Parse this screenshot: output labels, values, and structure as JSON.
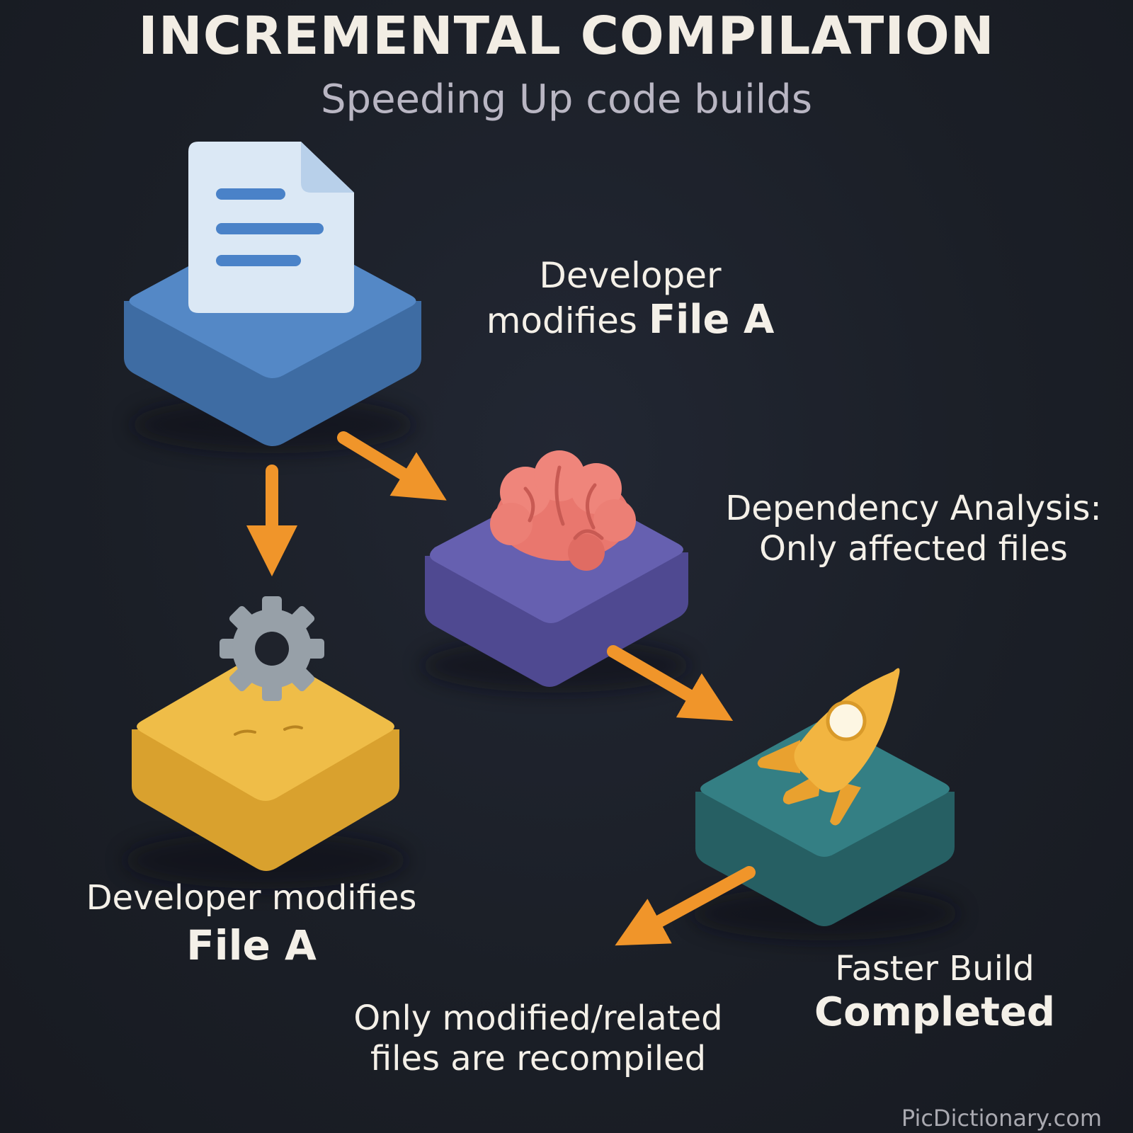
{
  "header": {
    "title": "INCREMENTAL COMPILATION",
    "subtitle": "Speeding Up code builds"
  },
  "steps": [
    {
      "icon": "document-icon",
      "color": "#4d7fbd",
      "label_lines": [
        "Developer",
        "modifies"
      ],
      "label_bold": "File A"
    },
    {
      "icon": "brain-icon",
      "color": "#5e56a4",
      "label_lines": [
        "Dependency Analysis:",
        "Only affected files"
      ]
    },
    {
      "icon": "gear-icon",
      "color": "#e9b43f",
      "label_lines": [
        "Developer modifies"
      ],
      "label_bold": "File A"
    },
    {
      "icon": "rocket-icon",
      "color": "#2f7a7c",
      "label_lines": [
        "Faster Build"
      ],
      "label_bold": "Completed"
    }
  ],
  "recompile_note": [
    "Only modified/related",
    "files are recompiled"
  ],
  "arrow_color": "#f0952a",
  "watermark": "PicDictionary.com"
}
